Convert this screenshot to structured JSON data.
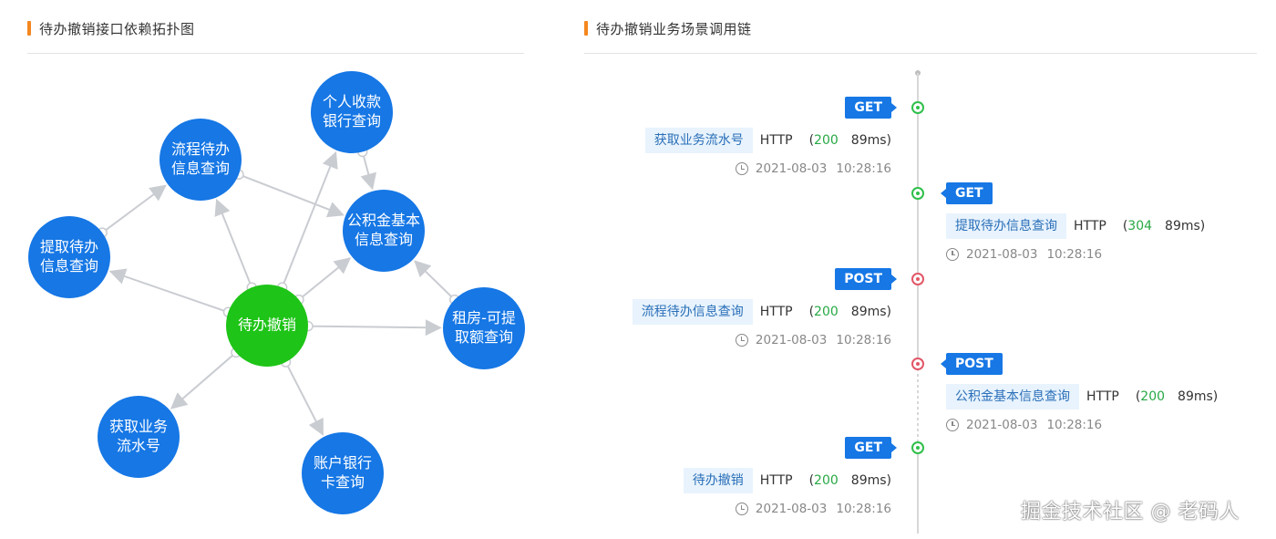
{
  "left_panel": {
    "title": "待办撤销接口依赖拓扑图"
  },
  "right_panel": {
    "title": "待办撤销业务场景调用链"
  },
  "topology": {
    "center": {
      "id": "center",
      "line1": "待办撤销",
      "line2": "",
      "color": "#1ec417"
    },
    "nodes": [
      {
        "id": "n_liucheng",
        "line1": "流程待办",
        "line2": "信息查询",
        "color": "#1677e5"
      },
      {
        "id": "n_geren",
        "line1": "个人收款",
        "line2": "银行查询",
        "color": "#1677e5"
      },
      {
        "id": "n_gongjijin",
        "line1": "公积金基本",
        "line2": "信息查询",
        "color": "#1677e5"
      },
      {
        "id": "n_tiqu",
        "line1": "提取待办",
        "line2": "信息查询",
        "color": "#1677e5"
      },
      {
        "id": "n_zufang",
        "line1": "租房-可提",
        "line2": "取额查询",
        "color": "#1677e5"
      },
      {
        "id": "n_huoqu",
        "line1": "获取业务",
        "line2": "流水号",
        "color": "#1677e5"
      },
      {
        "id": "n_zhanghu",
        "line1": "账户银行",
        "line2": "卡查询",
        "color": "#1677e5"
      }
    ],
    "edges": [
      {
        "from": "center",
        "to": "n_tiqu"
      },
      {
        "from": "center",
        "to": "n_liucheng"
      },
      {
        "from": "center",
        "to": "n_geren"
      },
      {
        "from": "center",
        "to": "n_gongjijin"
      },
      {
        "from": "center",
        "to": "n_zufang"
      },
      {
        "from": "center",
        "to": "n_huoqu"
      },
      {
        "from": "center",
        "to": "n_zhanghu"
      },
      {
        "from": "n_tiqu",
        "to": "n_liucheng"
      },
      {
        "from": "n_liucheng",
        "to": "n_gongjijin"
      },
      {
        "from": "n_geren",
        "to": "n_gongjijin"
      },
      {
        "from": "n_zufang",
        "to": "n_gongjijin"
      }
    ]
  },
  "timeline": {
    "events": [
      {
        "method": "GET",
        "name": "获取业务流水号",
        "protocol": "HTTP",
        "status": "200",
        "duration": "89ms",
        "date": "2021-08-03",
        "time": "10:28:16",
        "status_color": "green"
      },
      {
        "method": "GET",
        "name": "提取待办信息查询",
        "protocol": "HTTP",
        "status": "304",
        "duration": "89ms",
        "date": "2021-08-03",
        "time": "10:28:16",
        "status_color": "green"
      },
      {
        "method": "POST",
        "name": "流程待办信息查询",
        "protocol": "HTTP",
        "status": "200",
        "duration": "89ms",
        "date": "2021-08-03",
        "time": "10:28:16",
        "status_color": "red"
      },
      {
        "method": "POST",
        "name": "公积金基本信息查询",
        "protocol": "HTTP",
        "status": "200",
        "duration": "89ms",
        "date": "2021-08-03",
        "time": "10:28:16",
        "status_color": "red"
      },
      {
        "method": "GET",
        "name": "待办撤销",
        "protocol": "HTTP",
        "status": "200",
        "duration": "89ms",
        "date": "2021-08-03",
        "time": "10:28:16",
        "status_color": "green"
      }
    ],
    "paren_open": "(",
    "paren_close": ")"
  },
  "watermark": "掘金技术社区 @ 老码人"
}
